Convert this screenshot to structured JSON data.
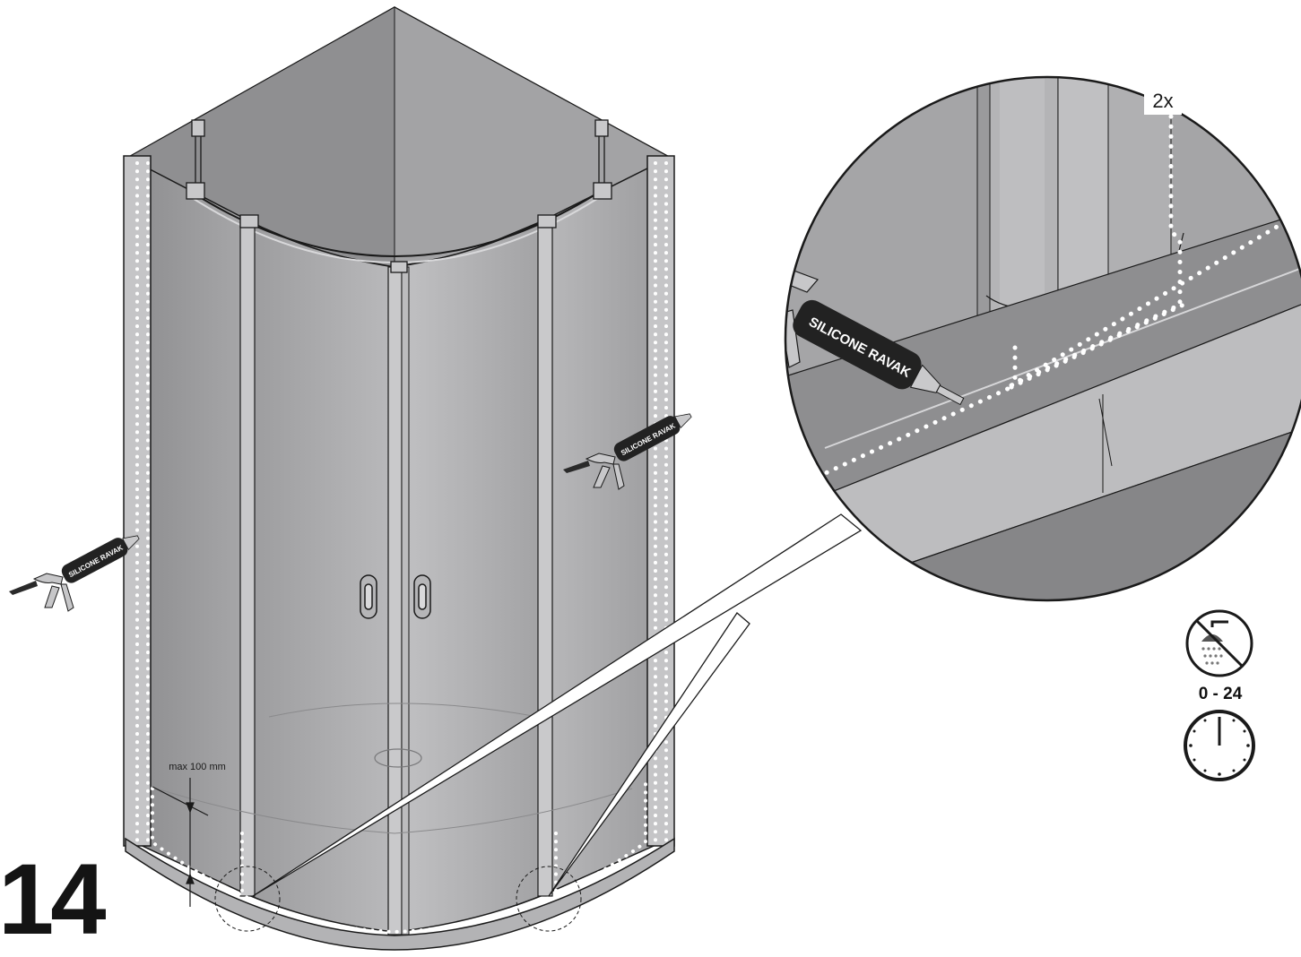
{
  "step": {
    "number": "14"
  },
  "annotations": {
    "bead_count": "2x",
    "max_distance": "max 100 mm",
    "wait_hours": "0 - 24"
  },
  "tool": {
    "label": "SILICONE RAVAK"
  },
  "icons": {
    "no_shower": "no-shower-icon",
    "clock": "clock-icon",
    "silicone_gun": "silicone-gun-icon"
  },
  "colors": {
    "glass": "#a9a9ab",
    "frame": "#b8b8ba",
    "outline": "#1a1a1a",
    "silicone_dots": "#ffffff",
    "detail_background": "#9a9a9c"
  }
}
